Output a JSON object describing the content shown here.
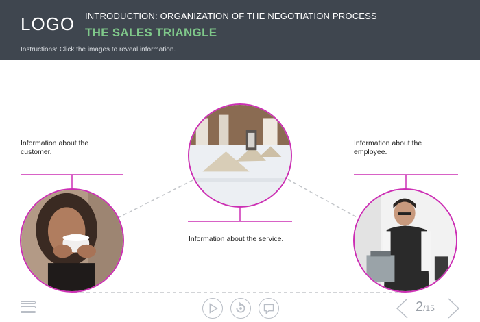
{
  "header": {
    "logo": "LOGO",
    "course_title": "INTRODUCTION: ORGANIZATION OF THE NEGOTIATION PROCESS",
    "slide_title": "THE SALES TRIANGLE",
    "instructions": "Instructions: Click the images to reveal information."
  },
  "colors": {
    "header_bg": "#3f464f",
    "accent_green": "#7fc88a",
    "accent_magenta": "#cc2fb4",
    "dashed_line": "#c3c6ca",
    "control_gray": "#b9bec6"
  },
  "triangle": {
    "customer": {
      "info": "Information about the customer.",
      "image": "woman-drinking-coffee-photo"
    },
    "service": {
      "info": "Information about the service.",
      "image": "restaurant-table-setting-photo"
    },
    "employee": {
      "info": "Information about the employee.",
      "image": "barista-making-coffee-photo"
    }
  },
  "toolbar": {
    "current_slide": "2",
    "total_slides": "/15",
    "icons": [
      "menu-icon",
      "play-icon",
      "replay-icon",
      "notes-icon",
      "prev-arrow-icon",
      "next-arrow-icon"
    ]
  }
}
